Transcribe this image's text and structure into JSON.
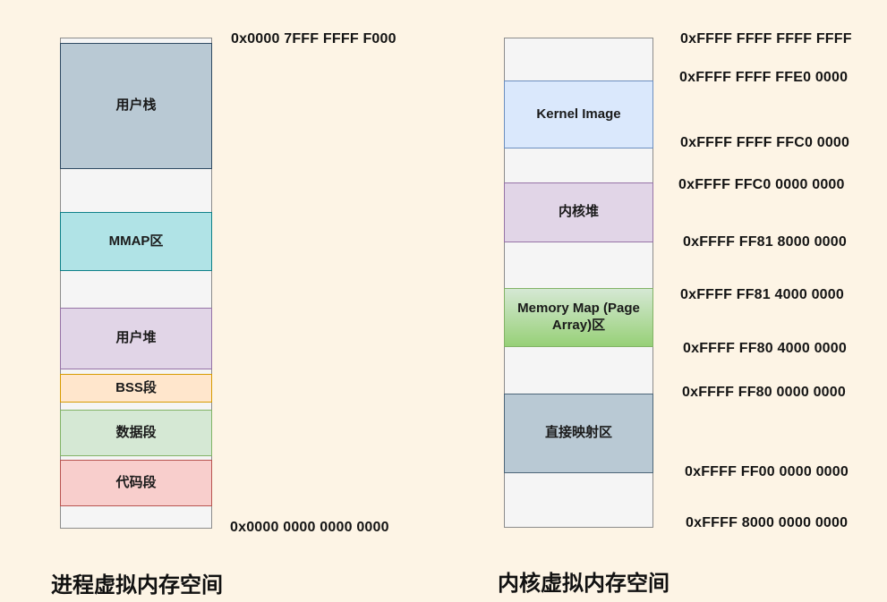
{
  "page": {
    "background": "#fdf4e5",
    "container_fill": "#f5f5f5",
    "container_stroke": "#8c8c8c",
    "text_color": "#1a1a1a"
  },
  "process_space": {
    "title": "进程虚拟内存空间",
    "top_address": "0x0000 7FFF FFFF F000",
    "bottom_address": "0x0000 0000 0000 0000",
    "segments": [
      {
        "label": "用户栈",
        "fill": "#b9c9d4",
        "stroke": "#2f4a62"
      },
      {
        "label": "MMAP区",
        "fill": "#b0e3e6",
        "stroke": "#0e8088"
      },
      {
        "label": "用户堆",
        "fill": "#e1d5e7",
        "stroke": "#9673a6"
      },
      {
        "label": "BSS段",
        "fill": "#ffe6cc",
        "stroke": "#d79b00"
      },
      {
        "label": "数据段",
        "fill": "#d5e8d4",
        "stroke": "#82b366"
      },
      {
        "label": "代码段",
        "fill": "#f8cecc",
        "stroke": "#b85450"
      }
    ]
  },
  "kernel_space": {
    "title": "内核虚拟内存空间",
    "segments": [
      {
        "label": "Kernel Image",
        "fill": "#dae8fc",
        "stroke": "#6c8ebf"
      },
      {
        "label": "内核堆",
        "fill": "#e1d5e7",
        "stroke": "#9673a6"
      },
      {
        "label": "Memory Map (Page Array)区",
        "fill": "#d5e8d4",
        "fill2": "#97d077",
        "stroke": "#82b366"
      },
      {
        "label": "直接映射区",
        "fill": "#b9c9d4",
        "stroke": "#4d6578"
      }
    ],
    "addresses": [
      "0xFFFF FFFF FFFF FFFF",
      "0xFFFF FFFF FFE0 0000",
      "0xFFFF FFFF FFC0 0000",
      "0xFFFF FFC0 0000 0000",
      "0xFFFF FF81 8000 0000",
      "0xFFFF FF81 4000 0000",
      "0xFFFF FF80 4000 0000",
      "0xFFFF FF80 0000 0000",
      "0xFFFF FF00 0000 0000",
      "0xFFFF 8000 0000 0000"
    ]
  }
}
